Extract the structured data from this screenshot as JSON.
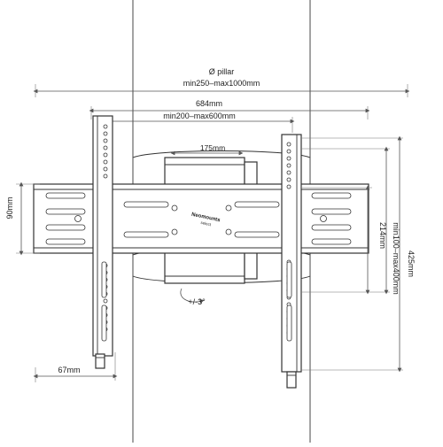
{
  "diagram": {
    "pillar_label": "Ø pillar",
    "pillar_range": "min250–max1000mm",
    "width_total": "684mm",
    "width_adjust": "min200–max600mm",
    "bracket_width": "175mm",
    "height_90": "90mm",
    "height_214": "214mm",
    "height_adjust": "min100–max400mm",
    "height_total": "425mm",
    "tilt": "+/-3°",
    "offset_67": "67mm",
    "brand": "Neomounts",
    "brand_sub": "select"
  }
}
